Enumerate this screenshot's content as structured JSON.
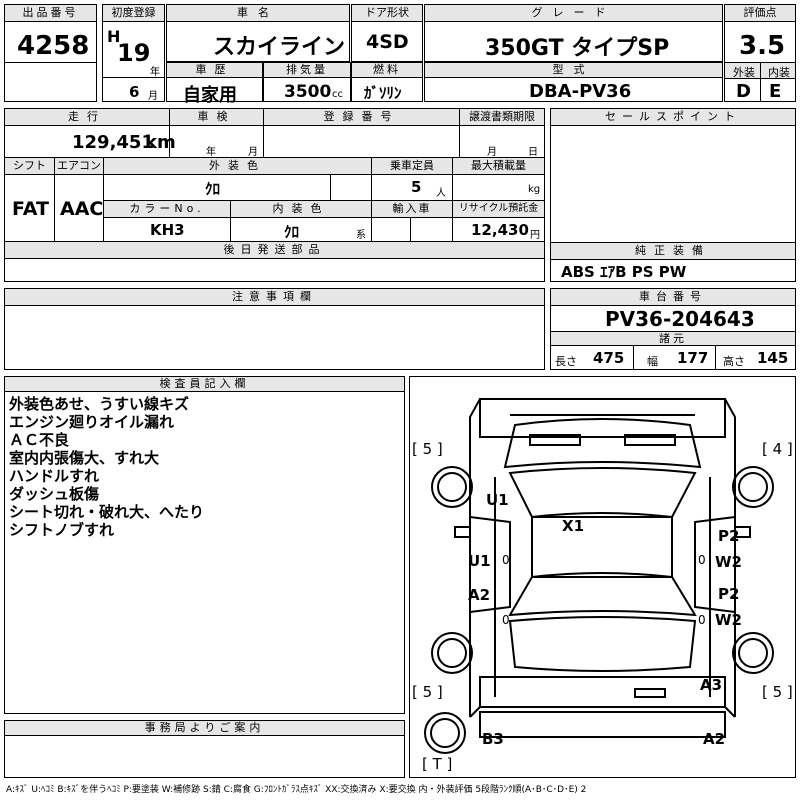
{
  "top": {
    "lot_label": "出品番号",
    "lot": "4258",
    "first_reg_label": "初度登録",
    "era": "H",
    "year": "19",
    "year_unit": "年",
    "month": "6",
    "month_unit": "月",
    "name_label": "車名",
    "name": "スカイライン",
    "door_label": "ドア形状",
    "door": "4SD",
    "grade_label": "グレード",
    "grade": "350GT タイプSP",
    "score_label": "評価点",
    "score": "3.5",
    "history_label": "車歴",
    "history": "自家用",
    "disp_label": "排気量",
    "disp": "3500",
    "disp_unit": "cc",
    "fuel_label": "燃料",
    "fuel": "ｶﾞｿﾘﾝ",
    "model_label": "型式",
    "model": "DBA-PV36",
    "ext_label": "外装",
    "ext_score": "D",
    "int_label": "内装",
    "int_score": "E"
  },
  "mid": {
    "mileage_label": "走行",
    "mileage": "129,451",
    "mileage_unit": "km",
    "inspect_label": "車検",
    "inspect_year": "年",
    "inspect_month": "月",
    "regno_label": "登録番号",
    "transfer_label": "譲渡書類期限",
    "transfer_month": "月",
    "transfer_day": "日",
    "sales_label": "セールスポイント",
    "shift_label": "シフト",
    "shift": "FAT",
    "ac_label": "エアコン",
    "ac": "AAC",
    "color_label": "外装色",
    "color": "ｸﾛ",
    "seats_label": "乗車定員",
    "seats": "5",
    "seats_unit": "人",
    "load_label": "最大積載量",
    "load_unit": "kg",
    "colorno_label": "カラーNo.",
    "colorno": "KH3",
    "intcolor_label": "内装色",
    "intcolor": "ｸﾛ",
    "intcolor_unit": "系",
    "import_label": "輸入車",
    "recycle_label": "リサイクル預託金",
    "recycle": "12,430",
    "recycle_unit": "円",
    "later_label": "後日発送部品",
    "equip_label": "純正装備",
    "equip": "ABS ｴｱB PS PW",
    "caution_label": "注意事項欄",
    "chassis_label": "車台番号",
    "chassis": "PV36-204643",
    "dims_label": "諸元",
    "len_label": "長さ",
    "len": "475",
    "wid_label": "幅",
    "wid": "177",
    "hgt_label": "高さ",
    "hgt": "145"
  },
  "inspector": {
    "label": "検査員記入欄",
    "lines": [
      "外装色あせ、うすい線キズ",
      "エンジン廻りオイル漏れ",
      "ＡＣ不良",
      "室内内張傷大、すれ大",
      "ハンドルすれ",
      "ダッシュ板傷",
      "シート切れ・破れ大、へたり",
      "シフトノブすれ"
    ]
  },
  "office": {
    "label": "事務局よりご案内"
  },
  "diagram": {
    "tires": [
      "[ 5 ]",
      "[ 4 ]",
      "[ 5 ]",
      "[ 5 ]",
      "[ T ]"
    ],
    "marks": [
      "U1",
      "X1",
      "U1",
      "A2",
      "P2",
      "W2",
      "P2",
      "W2",
      "A3",
      "B3",
      "A2"
    ],
    "zeros": [
      "0",
      "0",
      "0",
      "0"
    ]
  },
  "legend": "A:ｷｽﾞ U:ﾍｺﾐ B:ｷｽﾞを伴うﾍｺﾐ P:要塗装 W:補修跡 S:錆 C:腐食 G:ﾌﾛﾝﾄｶﾞﾗｽ点ｷｽﾞ XX:交換済み X:要交換 内・外装評価 5段階ﾗﾝｸ順(A･B･C･D･E) 2"
}
